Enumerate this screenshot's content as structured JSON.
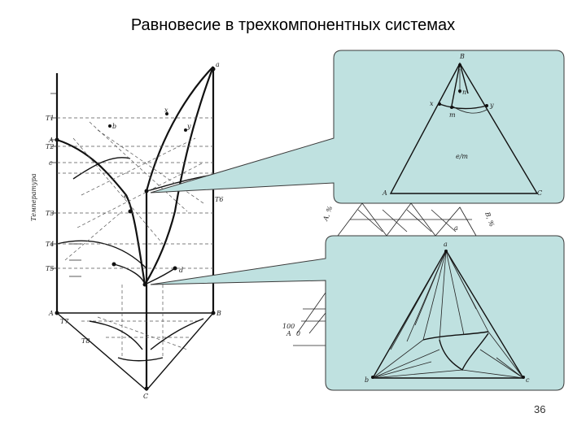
{
  "slide": {
    "title": "Равновесие в трехкомпонентных системах",
    "page_number": "36"
  },
  "colors": {
    "callout_fill": "#bfe1e0",
    "callout_stroke": "#3a3a3a",
    "drawing_ink": "#222222"
  },
  "diagram_left": {
    "axis_label": "Температура",
    "labels": [
      "a",
      "A",
      "B",
      "C",
      "c",
      "b",
      "x",
      "y",
      "T1",
      "T2",
      "T3",
      "T4",
      "T5",
      "T6",
      "T7",
      "T8",
      "d",
      "e"
    ]
  },
  "triangle_top": {
    "vertices": [
      "B",
      "A",
      "C"
    ],
    "points": [
      "x",
      "y",
      "m",
      "n",
      "e/m"
    ]
  },
  "triangle_bottom": {
    "vertices": [
      "a",
      "b",
      "c"
    ]
  },
  "background_fragment": {
    "labels": [
      "A, %",
      "B, %",
      "100",
      "A",
      "0",
      "a"
    ]
  }
}
